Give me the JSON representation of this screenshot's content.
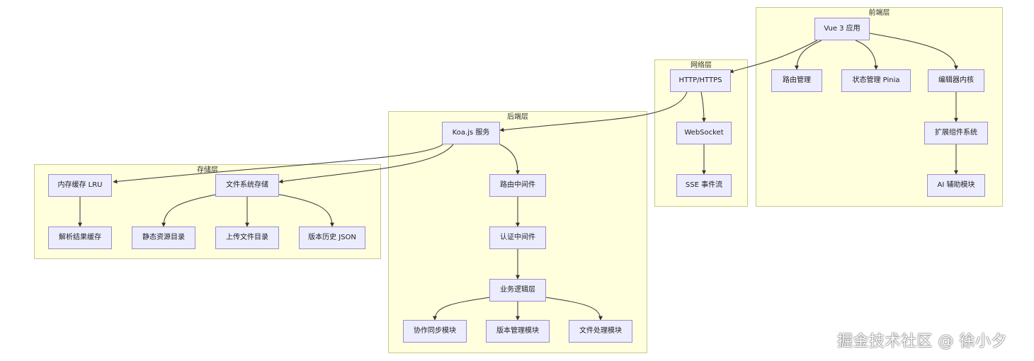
{
  "clusters": {
    "frontend": "前端层",
    "network": "网络层",
    "backend": "后端层",
    "storage": "存储层"
  },
  "nodes": {
    "vue": "Vue 3 应用",
    "router": "路由管理",
    "pinia": "状态管理 Pinia",
    "editor": "编辑器内核",
    "ext": "扩展组件系统",
    "ai": "AI 辅助模块",
    "http": "HTTP/HTTPS",
    "ws": "WebSocket",
    "sse": "SSE 事件流",
    "koa": "Koa.js 服务",
    "routeMw": "路由中间件",
    "authMw": "认证中间件",
    "biz": "业务逻辑层",
    "collab": "协作同步模块",
    "version": "版本管理模块",
    "fileProc": "文件处理模块",
    "lru": "内存缓存 LRU",
    "fs": "文件系统存储",
    "parseCache": "解析结果缓存",
    "staticDir": "静态资源目录",
    "uploadDir": "上传文件目录",
    "history": "版本历史 JSON"
  },
  "watermark": "掘金技术社区 @ 徐小夕"
}
